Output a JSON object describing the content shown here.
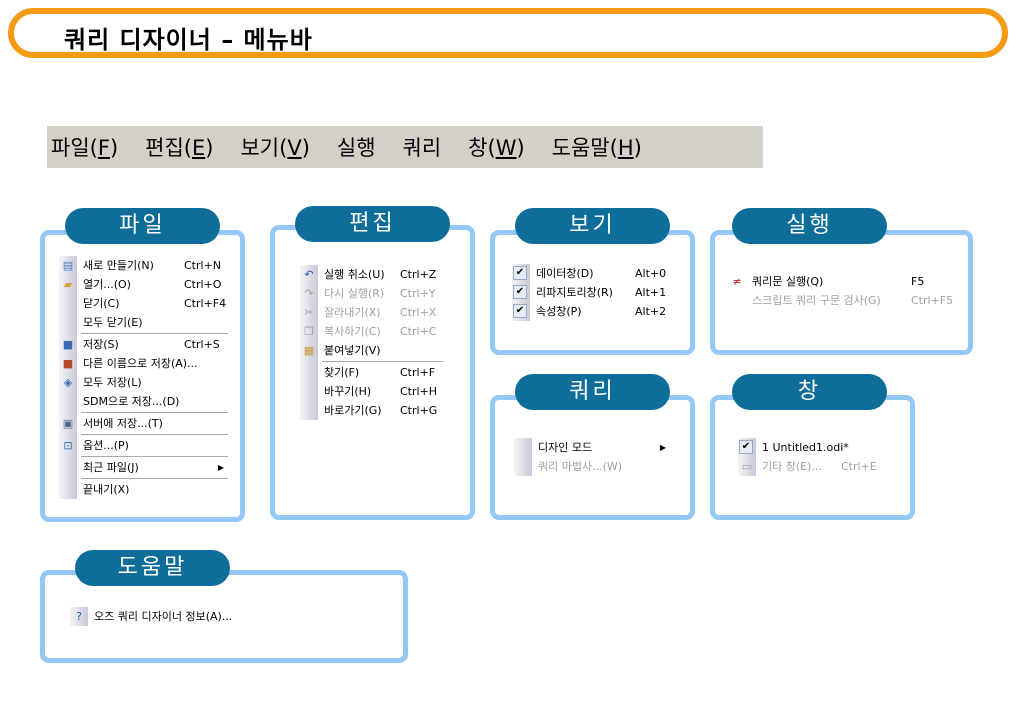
{
  "title": "쿼리 디자이너 – 메뉴바",
  "menubar": [
    {
      "label": "파일(",
      "mn": "F",
      "end": ")"
    },
    {
      "label": "편집(",
      "mn": "E",
      "end": ")"
    },
    {
      "label": "보기(",
      "mn": "V",
      "end": ")"
    },
    {
      "label": "실행",
      "mn": "",
      "end": ""
    },
    {
      "label": "쿼리",
      "mn": "",
      "end": ""
    },
    {
      "label": "창(",
      "mn": "W",
      "end": ")"
    },
    {
      "label": "도움말(",
      "mn": "H",
      "end": ")"
    }
  ],
  "panels": {
    "file": {
      "tab": "파일",
      "items": [
        {
          "icon": "new-icon",
          "label": "새로 만들기(N)",
          "shortcut": "Ctrl+N"
        },
        {
          "icon": "open-folder-icon",
          "label": "열기...(O)",
          "shortcut": "Ctrl+O"
        },
        {
          "icon": "",
          "label": "닫기(C)",
          "shortcut": "Ctrl+F4"
        },
        {
          "icon": "",
          "label": "모두 닫기(E)",
          "shortcut": ""
        },
        {
          "sep": true
        },
        {
          "icon": "save-icon",
          "label": "저장(S)",
          "shortcut": "Ctrl+S"
        },
        {
          "icon": "save-as-icon",
          "label": "다른 이름으로 저장(A)...",
          "shortcut": ""
        },
        {
          "icon": "save-all-icon",
          "label": "모두 저장(L)",
          "shortcut": ""
        },
        {
          "icon": "",
          "label": "SDM으로 저장...(D)",
          "shortcut": ""
        },
        {
          "sep": true
        },
        {
          "icon": "server-save-icon",
          "label": "서버에 저장...(T)",
          "shortcut": ""
        },
        {
          "sep": true
        },
        {
          "icon": "options-icon",
          "label": "옵션...(P)",
          "shortcut": ""
        },
        {
          "sep": true
        },
        {
          "icon": "",
          "label": "최근 파일(J)",
          "shortcut": "",
          "submenu": true
        },
        {
          "sep": true
        },
        {
          "icon": "",
          "label": "끝내기(X)",
          "shortcut": ""
        }
      ]
    },
    "edit": {
      "tab": "편집",
      "items": [
        {
          "icon": "undo-icon",
          "label": "실행 취소(U)",
          "shortcut": "Ctrl+Z"
        },
        {
          "icon": "redo-icon",
          "label": "다시 실행(R)",
          "shortcut": "Ctrl+Y",
          "disabled": true
        },
        {
          "icon": "cut-icon",
          "label": "잘라내기(X)",
          "shortcut": "Ctrl+X",
          "disabled": true
        },
        {
          "icon": "copy-icon",
          "label": "복사하기(C)",
          "shortcut": "Ctrl+C",
          "disabled": true
        },
        {
          "icon": "paste-icon",
          "label": "붙여넣기(V)",
          "shortcut": ""
        },
        {
          "sep": true
        },
        {
          "icon": "",
          "label": "찾기(F)",
          "shortcut": "Ctrl+F"
        },
        {
          "icon": "",
          "label": "바꾸기(H)",
          "shortcut": "Ctrl+H"
        },
        {
          "icon": "",
          "label": "바로가기(G)",
          "shortcut": "Ctrl+G"
        }
      ]
    },
    "view": {
      "tab": "보기",
      "items": [
        {
          "check": true,
          "label": "데이터창(D)",
          "shortcut": "Alt+0"
        },
        {
          "check": true,
          "label": "리파지토리창(R)",
          "shortcut": "Alt+1"
        },
        {
          "check": true,
          "label": "속성창(P)",
          "shortcut": "Alt+2"
        }
      ]
    },
    "run": {
      "tab": "실행",
      "items": [
        {
          "icon": "run-query-icon",
          "label": "쿼리문 실행(Q)",
          "shortcut": "F5"
        },
        {
          "icon": "",
          "label": "스크립트 쿼리 구문 검사(G)",
          "shortcut": "Ctrl+F5",
          "disabled": true
        }
      ]
    },
    "query": {
      "tab": "쿼리",
      "items": [
        {
          "icon": "",
          "label": "디자인 모드",
          "shortcut": "",
          "submenu": true
        },
        {
          "icon": "",
          "label": "쿼리 마법사...(W)",
          "shortcut": "",
          "disabled": true
        }
      ]
    },
    "window": {
      "tab": "창",
      "items": [
        {
          "check": true,
          "label": "1 Untitled1.odi*",
          "shortcut": ""
        },
        {
          "icon": "window-icon",
          "label": "기타 창(E)...",
          "shortcut": "Ctrl+E",
          "disabled": true
        }
      ]
    },
    "help": {
      "tab": "도움말",
      "items": [
        {
          "icon": "help-icon",
          "label": "오즈 쿼리 디자이너 정보(A)...",
          "shortcut": ""
        }
      ]
    }
  },
  "colors": {
    "title_border": "#f59a13",
    "tab_bg": "#0f6e99",
    "panel_border": "#96c8f6",
    "menubar_bg": "#d4d0c8"
  }
}
